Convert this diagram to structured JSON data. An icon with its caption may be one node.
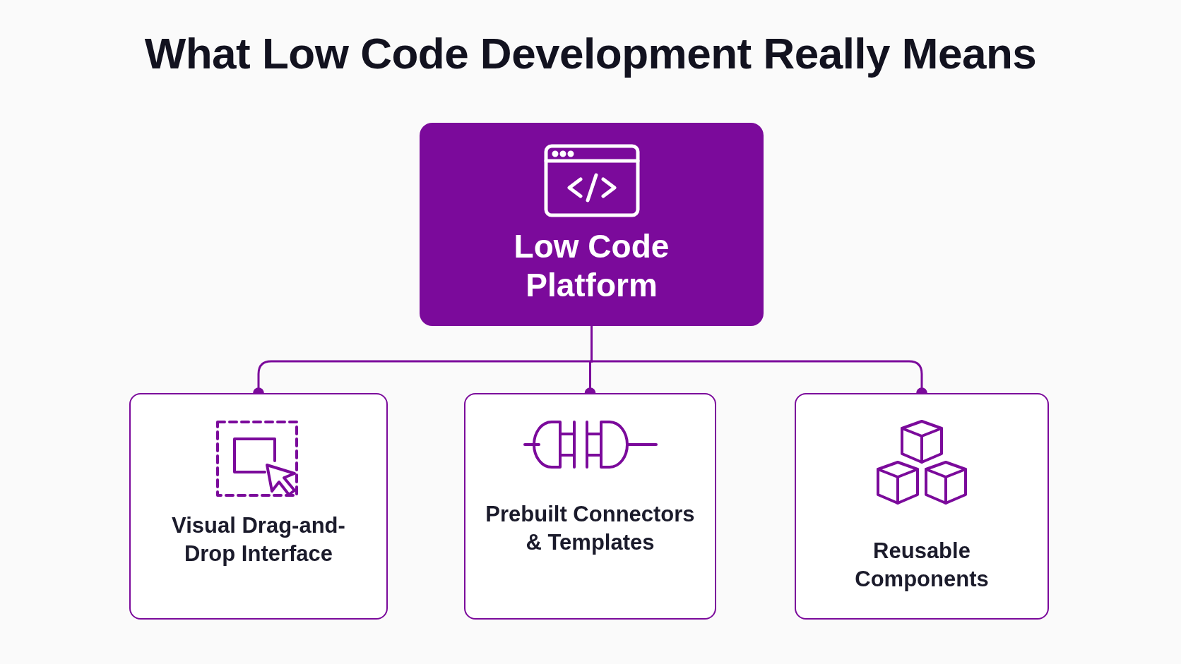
{
  "diagram": {
    "title": "What Low Code Development Really Means",
    "nodes": [
      {
        "text": [
          "Low Code Platform"
        ]
      },
      {
        "text": [
          "Visual Drag-and-Drop Interface"
        ]
      },
      {
        "text": [
          "Prebuilt Connectors & Templates"
        ]
      },
      {
        "text": [
          "Reusable Components"
        ]
      }
    ],
    "edges": [
      {
        "from": 0,
        "to": 1,
        "arrow": "other"
      },
      {
        "from": 0,
        "to": 2,
        "arrow": "other"
      },
      {
        "from": 0,
        "to": 3,
        "arrow": "other"
      }
    ]
  }
}
